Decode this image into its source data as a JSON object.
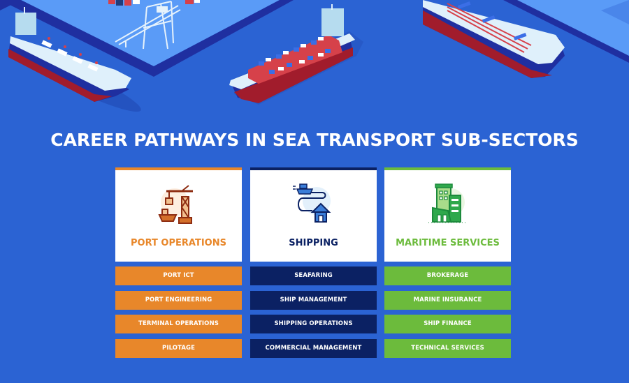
{
  "title": "CAREER PATHWAYS IN SEA TRANSPORT SUB-SECTORS",
  "hero": {
    "scene": "isometric port illustration with cargo ships, container ship, tanker and gantry crane"
  },
  "colors": {
    "background": "#2b63d3",
    "port_operations": "#e8872a",
    "shipping": "#0b2163",
    "maritime_services": "#6cbb3c"
  },
  "sectors": [
    {
      "name": "PORT OPERATIONS",
      "icon": "port-crane-icon",
      "color": "#e8872a",
      "pathways": [
        "PORT ICT",
        "PORT ENGINEERING",
        "TERMINAL OPERATIONS",
        "PILOTAGE"
      ]
    },
    {
      "name": "SHIPPING",
      "icon": "ship-route-house-icon",
      "color": "#0b2163",
      "pathways": [
        "SEAFARING",
        "SHIP MANAGEMENT",
        "SHIPPING OPERATIONS",
        "COMMERCIAL MANAGEMENT"
      ]
    },
    {
      "name": "MARITIME SERVICES",
      "icon": "office-building-icon",
      "color": "#6cbb3c",
      "pathways": [
        "BROKERAGE",
        "MARINE INSURANCE",
        "SHIP FINANCE",
        "TECHNICAL SERVICES"
      ]
    }
  ]
}
